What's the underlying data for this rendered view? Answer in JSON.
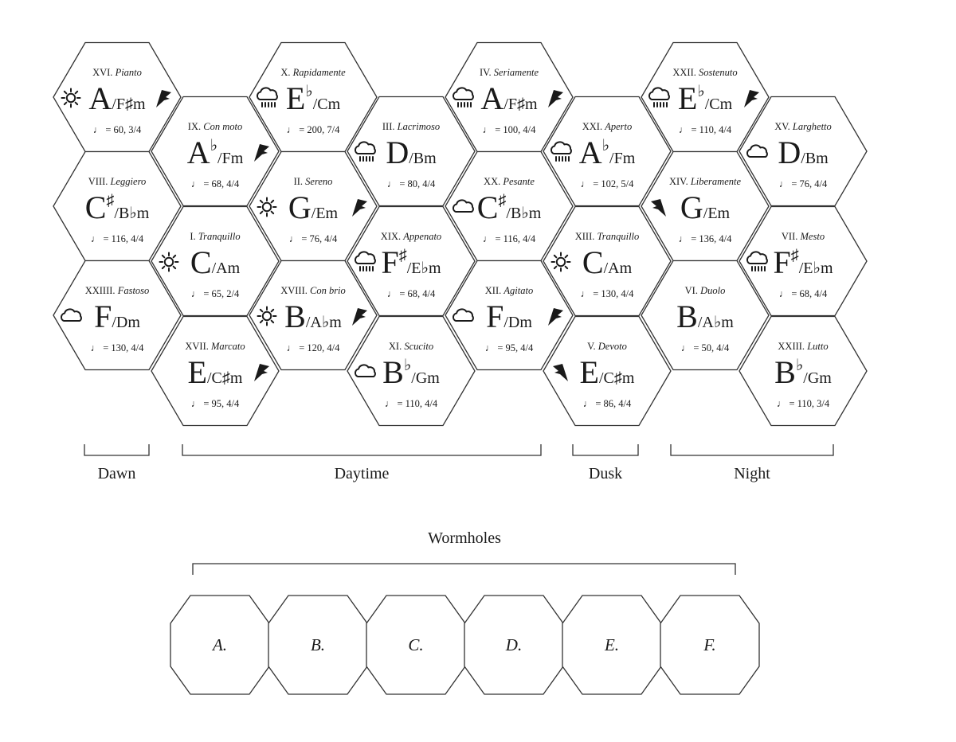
{
  "tiles": [
    {
      "numeral": "XVI.",
      "tempo_word": "Pianto",
      "root": "A",
      "acc": "",
      "rel": "F♯m",
      "tempo": "♩ = 60, 3/4",
      "weather": "sun",
      "wind": true
    },
    {
      "numeral": "VIII.",
      "tempo_word": "Leggiero",
      "root": "C",
      "acc": "♯",
      "rel": "B♭m",
      "tempo": "♩ = 116, 4/4",
      "weather": "",
      "wind": false
    },
    {
      "numeral": "XXIIII.",
      "tempo_word": "Fastoso",
      "root": "F",
      "acc": "",
      "rel": "Dm",
      "tempo": "♩ = 130, 4/4",
      "weather": "cloud",
      "wind": false
    },
    {
      "numeral": "IX.",
      "tempo_word": "Con moto",
      "root": "A",
      "acc": "♭",
      "rel": "Fm",
      "tempo": "♩ = 68, 4/4",
      "weather": "",
      "wind": true
    },
    {
      "numeral": "I.",
      "tempo_word": "Tranquillo",
      "root": "C",
      "acc": "",
      "rel": "Am",
      "tempo": "♩ = 65, 2/4",
      "weather": "sun",
      "wind": false
    },
    {
      "numeral": "XVII.",
      "tempo_word": "Marcato",
      "root": "E",
      "acc": "",
      "rel": "C♯m",
      "tempo": "♩ = 95, 4/4",
      "weather": "",
      "wind": true
    },
    {
      "numeral": "X.",
      "tempo_word": "Rapidamente",
      "root": "E",
      "acc": "♭",
      "rel": "Cm",
      "tempo": "♩ = 200, 7/4",
      "weather": "rain",
      "wind": false
    },
    {
      "numeral": "II.",
      "tempo_word": "Sereno",
      "root": "G",
      "acc": "",
      "rel": "Em",
      "tempo": "♩ = 76, 4/4",
      "weather": "sun",
      "wind": true
    },
    {
      "numeral": "XVIII.",
      "tempo_word": "Con brio",
      "root": "B",
      "acc": "",
      "rel": "A♭m",
      "tempo": "♩ = 120, 4/4",
      "weather": "sun",
      "wind": true
    },
    {
      "numeral": "III.",
      "tempo_word": "Lacrimoso",
      "root": "D",
      "acc": "",
      "rel": "Bm",
      "tempo": "♩ = 80, 4/4",
      "weather": "rain",
      "wind": false
    },
    {
      "numeral": "XIX.",
      "tempo_word": "Appenato",
      "root": "F",
      "acc": "♯",
      "rel": "E♭m",
      "tempo": "♩ = 68, 4/4",
      "weather": "rain",
      "wind": false
    },
    {
      "numeral": "XI.",
      "tempo_word": "Scucito",
      "root": "B",
      "acc": "♭",
      "rel": "Gm",
      "tempo": "♩ = 110, 4/4",
      "weather": "cloud",
      "wind": false
    },
    {
      "numeral": "IV.",
      "tempo_word": "Seriamente",
      "root": "A",
      "acc": "",
      "rel": "F♯m",
      "tempo": "♩ = 100, 4/4",
      "weather": "rain",
      "wind": true
    },
    {
      "numeral": "XX.",
      "tempo_word": "Pesante",
      "root": "C",
      "acc": "♯",
      "rel": "B♭m",
      "tempo": "♩ = 116, 4/4",
      "weather": "cloud",
      "wind": false
    },
    {
      "numeral": "XII.",
      "tempo_word": "Agitato",
      "root": "F",
      "acc": "",
      "rel": "Dm",
      "tempo": "♩ = 95, 4/4",
      "weather": "cloud",
      "wind": true
    },
    {
      "numeral": "XXI.",
      "tempo_word": "Aperto",
      "root": "A",
      "acc": "♭",
      "rel": "Fm",
      "tempo": "♩ = 102, 5/4",
      "weather": "rain",
      "wind": false
    },
    {
      "numeral": "XIII.",
      "tempo_word": "Tranquillo",
      "root": "C",
      "acc": "",
      "rel": "Am",
      "tempo": "♩ = 130, 4/4",
      "weather": "sun",
      "wind": false
    },
    {
      "numeral": "V.",
      "tempo_word": "Devoto",
      "root": "E",
      "acc": "",
      "rel": "C♯m",
      "tempo": "♩ = 86, 4/4",
      "weather": "",
      "wind": "left"
    },
    {
      "numeral": "XXII.",
      "tempo_word": "Sostenuto",
      "root": "E",
      "acc": "♭",
      "rel": "Cm",
      "tempo": "♩ = 110, 4/4",
      "weather": "rain",
      "wind": true
    },
    {
      "numeral": "XIV.",
      "tempo_word": "Liberamente",
      "root": "G",
      "acc": "",
      "rel": "Em",
      "tempo": "♩ = 136, 4/4",
      "weather": "",
      "wind": "left"
    },
    {
      "numeral": "VI.",
      "tempo_word": "Duolo",
      "root": "B",
      "acc": "",
      "rel": "A♭m",
      "tempo": "♩ = 50, 4/4",
      "weather": "",
      "wind": false
    },
    {
      "numeral": "XV.",
      "tempo_word": "Larghetto",
      "root": "D",
      "acc": "",
      "rel": "Bm",
      "tempo": "♩ = 76, 4/4",
      "weather": "cloud",
      "wind": false
    },
    {
      "numeral": "VII.",
      "tempo_word": "Mesto",
      "root": "F",
      "acc": "♯",
      "rel": "E♭m",
      "tempo": "♩ = 68, 4/4",
      "weather": "rain",
      "wind": false
    },
    {
      "numeral": "XXIII.",
      "tempo_word": "Lutto",
      "root": "B",
      "acc": "♭",
      "rel": "Gm",
      "tempo": "♩ = 110, 3/4",
      "weather": "",
      "wind": false
    }
  ],
  "periods": [
    "Dawn",
    "Daytime",
    "Dusk",
    "Night"
  ],
  "wormholes": {
    "title": "Wormholes",
    "labels": [
      "A.",
      "B.",
      "C.",
      "D.",
      "E.",
      "F."
    ]
  }
}
